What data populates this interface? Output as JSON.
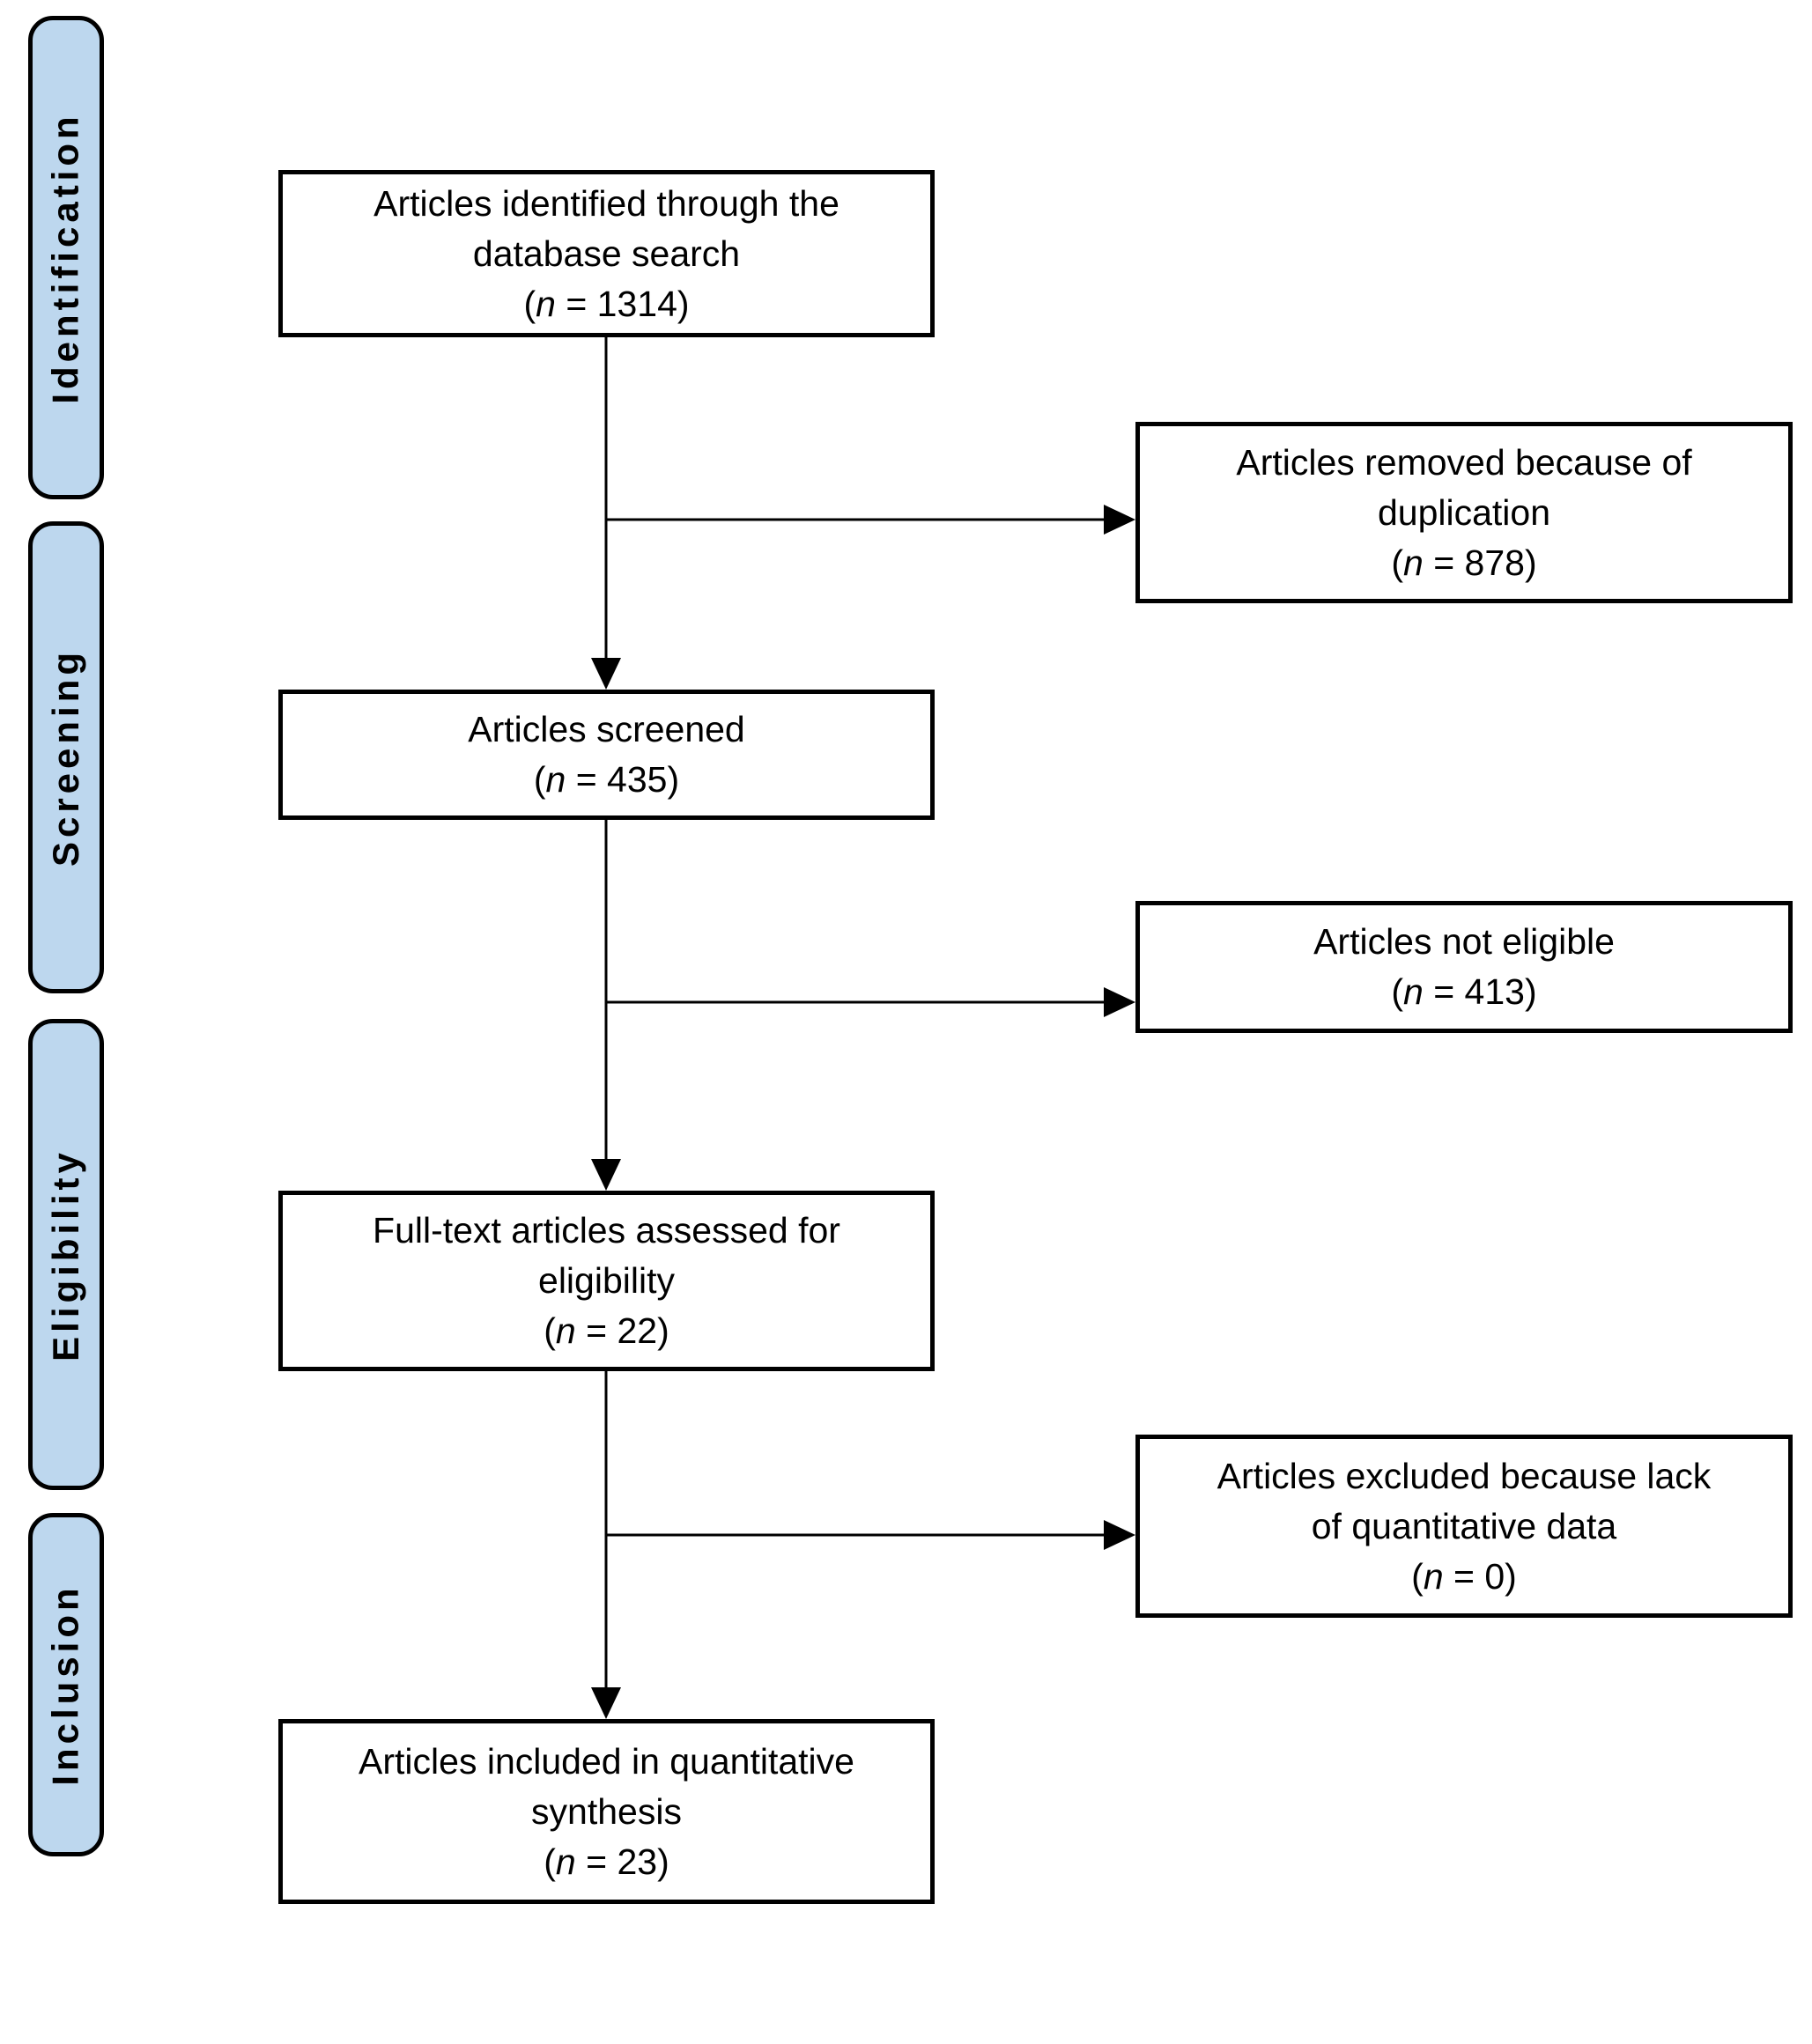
{
  "figure": {
    "type": "prisma-flow-diagram",
    "colors": {
      "sidebar_fill": "#BDD7EE",
      "border": "#000000",
      "background": "#FFFFFF"
    }
  },
  "sidebar": {
    "stages": [
      {
        "label": "Identification"
      },
      {
        "label": "Screening"
      },
      {
        "label": "Eligibility"
      },
      {
        "label": "Inclusion"
      }
    ]
  },
  "main_boxes": [
    {
      "line1": "Articles identified through the",
      "line2": "database search",
      "n_prefix": "(",
      "n_var": "n",
      "n_suffix": " = 1314)",
      "n": 1314
    },
    {
      "line1": "Articles screened",
      "n_prefix": "(",
      "n_var": "n",
      "n_suffix": " = 435)",
      "n": 435
    },
    {
      "line1": "Full-text articles assessed for",
      "line2": "eligibility",
      "n_prefix": "(",
      "n_var": "n",
      "n_suffix": " = 22)",
      "n": 22
    },
    {
      "line1": "Articles included in quantitative",
      "line2": "synthesis",
      "n_prefix": "(",
      "n_var": "n",
      "n_suffix": " = 23)",
      "n": 23
    }
  ],
  "side_boxes": [
    {
      "line1": "Articles removed because of",
      "line2": "duplication",
      "n_prefix": "(",
      "n_var": "n",
      "n_suffix": " = 878)",
      "n": 878
    },
    {
      "line1": "Articles not eligible",
      "n_prefix": "(",
      "n_var": "n",
      "n_suffix": " = 413)",
      "n": 413
    },
    {
      "line1": "Articles excluded because lack",
      "line2": "of quantitative data",
      "n_prefix": "(",
      "n_var": "n",
      "n_suffix": " = 0)",
      "n": 0
    }
  ]
}
